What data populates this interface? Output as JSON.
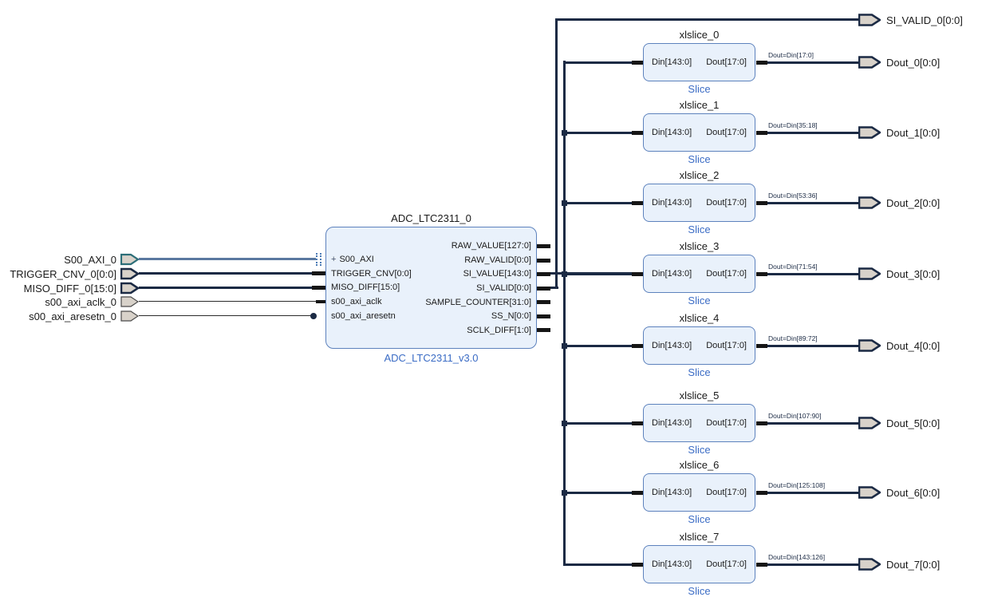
{
  "colors": {
    "background": "#ffffff",
    "wire": "#1b2a44",
    "interface_wire": "#5a78a0",
    "block_fill": "#e9f1fb",
    "block_border": "#5d82bd",
    "block_label_blue": "#3b6cc5",
    "port_fill": "#d8d2ca",
    "interface_port_border": "#2c6e78"
  },
  "input_ports": [
    {
      "label": "S00_AXI_0",
      "type": "interface"
    },
    {
      "label": "TRIGGER_CNV_0[0:0]",
      "type": "bus"
    },
    {
      "label": "MISO_DIFF_0[15:0]",
      "type": "bus"
    },
    {
      "label": "s00_axi_aclk_0",
      "type": "scalar"
    },
    {
      "label": "s00_axi_aresetn_0",
      "type": "scalar"
    }
  ],
  "adc_block": {
    "title": "ADC_LTC2311_0",
    "version_label": "ADC_LTC2311_v3.0",
    "expand_glyph": "+",
    "left_pins": [
      {
        "label": "S00_AXI"
      },
      {
        "label": "TRIGGER_CNV[0:0]"
      },
      {
        "label": "MISO_DIFF[15:0]"
      },
      {
        "label": "s00_axi_aclk"
      },
      {
        "label": "s00_axi_aresetn"
      }
    ],
    "right_pins": [
      {
        "label": "RAW_VALUE[127:0]"
      },
      {
        "label": "RAW_VALID[0:0]"
      },
      {
        "label": "SI_VALUE[143:0]"
      },
      {
        "label": "SI_VALID[0:0]"
      },
      {
        "label": "SAMPLE_COUNTER[31:0]"
      },
      {
        "label": "SS_N[0:0]"
      },
      {
        "label": "SCLK_DIFF[1:0]"
      }
    ]
  },
  "si_valid_output_port": {
    "label": "SI_VALID_0[0:0]"
  },
  "slices": [
    {
      "title": "xlslice_0",
      "din_pin": "Din[143:0]",
      "dout_pin": "Dout[17:0]",
      "type_label": "Slice",
      "wire_label": "Dout=Din[17:0]",
      "output_port": "Dout_0[0:0]"
    },
    {
      "title": "xlslice_1",
      "din_pin": "Din[143:0]",
      "dout_pin": "Dout[17:0]",
      "type_label": "Slice",
      "wire_label": "Dout=Din[35:18]",
      "output_port": "Dout_1[0:0]"
    },
    {
      "title": "xlslice_2",
      "din_pin": "Din[143:0]",
      "dout_pin": "Dout[17:0]",
      "type_label": "Slice",
      "wire_label": "Dout=Din[53:36]",
      "output_port": "Dout_2[0:0]"
    },
    {
      "title": "xlslice_3",
      "din_pin": "Din[143:0]",
      "dout_pin": "Dout[17:0]",
      "type_label": "Slice",
      "wire_label": "Dout=Din[71:54]",
      "output_port": "Dout_3[0:0]"
    },
    {
      "title": "xlslice_4",
      "din_pin": "Din[143:0]",
      "dout_pin": "Dout[17:0]",
      "type_label": "Slice",
      "wire_label": "Dout=Din[89:72]",
      "output_port": "Dout_4[0:0]"
    },
    {
      "title": "xlslice_5",
      "din_pin": "Din[143:0]",
      "dout_pin": "Dout[17:0]",
      "type_label": "Slice",
      "wire_label": "Dout=Din[107:90]",
      "output_port": "Dout_5[0:0]"
    },
    {
      "title": "xlslice_6",
      "din_pin": "Din[143:0]",
      "dout_pin": "Dout[17:0]",
      "type_label": "Slice",
      "wire_label": "Dout=Din[125:108]",
      "output_port": "Dout_6[0:0]"
    },
    {
      "title": "xlslice_7",
      "din_pin": "Din[143:0]",
      "dout_pin": "Dout[17:0]",
      "type_label": "Slice",
      "wire_label": "Dout=Din[143:126]",
      "output_port": "Dout_7[0:0]"
    }
  ]
}
